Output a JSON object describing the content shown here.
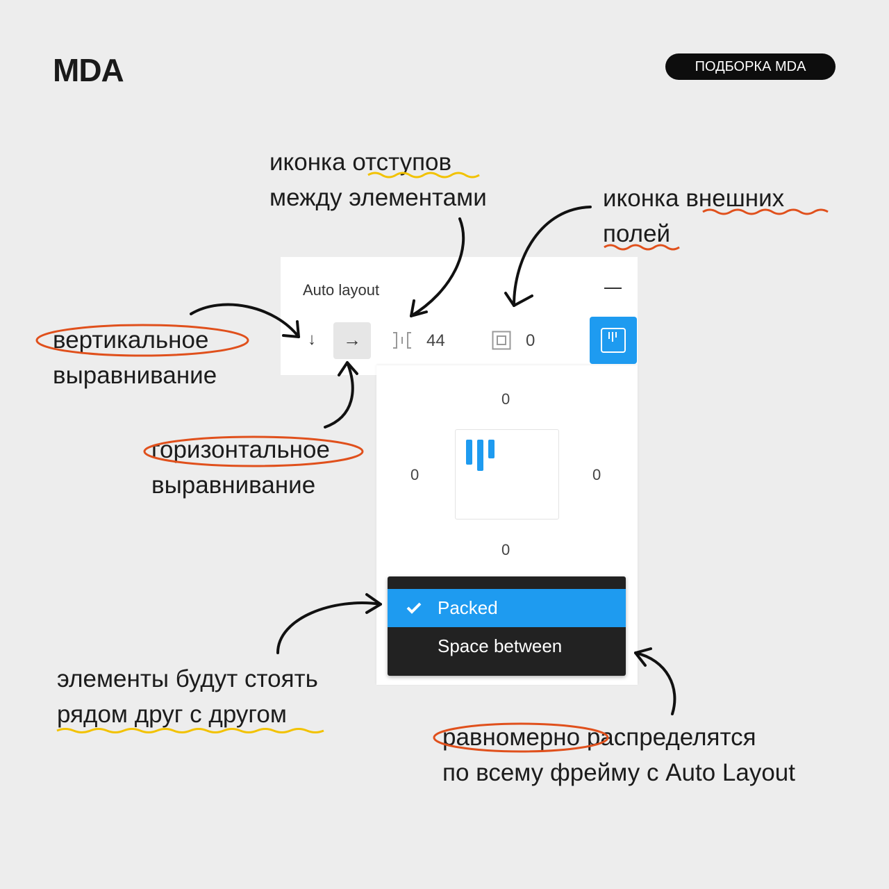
{
  "brand": {
    "logo": "MDA",
    "badge": "ПОДБОРКА MDA"
  },
  "annotations": {
    "spacing_icon": [
      "иконка отступов",
      "между элементами"
    ],
    "padding_icon": [
      "иконка внешних",
      "полей"
    ],
    "vertical": [
      "вертикальное",
      "выравнивание"
    ],
    "horizontal": [
      "горизонтальное",
      "выравнивание"
    ],
    "packed": [
      "элементы будут стоять",
      "рядом друг с другом"
    ],
    "space_between": [
      "равномерно распределятся",
      "по всему фрейму с Auto Layout"
    ]
  },
  "panel": {
    "title": "Auto layout",
    "down_arrow": "↓",
    "right_arrow": "→",
    "spacing_value": "44",
    "padding_value": "0",
    "padding": {
      "top": "0",
      "left": "0",
      "right": "0",
      "bottom": "0"
    }
  },
  "menu": {
    "items": [
      {
        "label": "Packed",
        "selected": true
      },
      {
        "label": "Space between",
        "selected": false
      }
    ]
  },
  "colors": {
    "accent": "#1e9bf0",
    "highlight_orange": "#e0501c",
    "underline_yellow": "#f2c200"
  }
}
